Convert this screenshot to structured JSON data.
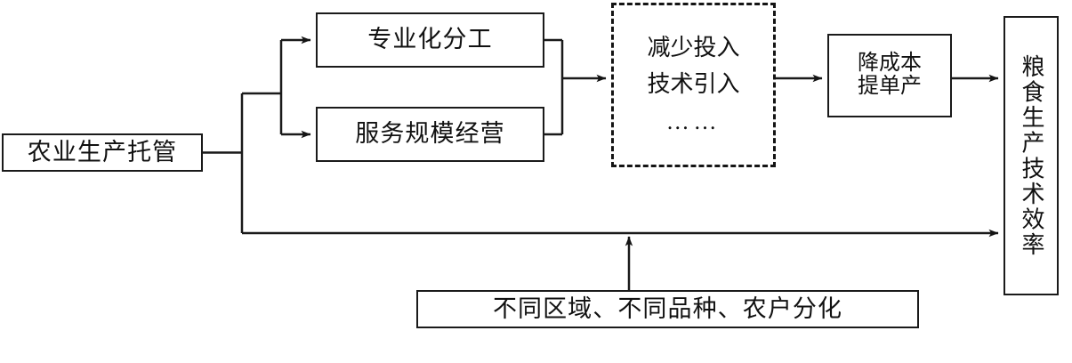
{
  "diagram": {
    "type": "flowchart",
    "title": "",
    "nodes": [
      {
        "id": "trusteeship",
        "label": "农业生产托管",
        "shape": "rect",
        "orientation": "horizontal"
      },
      {
        "id": "specialization",
        "label": "专业化分工",
        "shape": "rect",
        "orientation": "horizontal"
      },
      {
        "id": "service_scale",
        "label": "服务规模经营",
        "shape": "rect",
        "orientation": "horizontal"
      },
      {
        "id": "effects_line1",
        "label": "减少投入",
        "shape": "dashed-rect",
        "orientation": "horizontal"
      },
      {
        "id": "effects_line2",
        "label": "技术引入",
        "shape": "dashed-rect",
        "orientation": "horizontal"
      },
      {
        "id": "effects_line3",
        "label": "……",
        "shape": "dashed-rect",
        "orientation": "horizontal"
      },
      {
        "id": "cost_line1",
        "label": "降成本",
        "shape": "rect",
        "orientation": "horizontal"
      },
      {
        "id": "cost_line2",
        "label": "提单产",
        "shape": "rect",
        "orientation": "horizontal"
      },
      {
        "id": "efficiency",
        "label": "粮食生产技术效率",
        "shape": "rect",
        "orientation": "vertical"
      },
      {
        "id": "heterogeneity",
        "label": "不同区域、不同品种、农户分化",
        "shape": "rect",
        "orientation": "horizontal"
      }
    ],
    "edges": [
      {
        "from": "trusteeship",
        "to": "specialization",
        "style": "solid",
        "arrow": "single"
      },
      {
        "from": "trusteeship",
        "to": "service_scale",
        "style": "solid",
        "arrow": "single"
      },
      {
        "from": "specialization",
        "to": "effects",
        "style": "solid",
        "arrow": "single"
      },
      {
        "from": "service_scale",
        "to": "effects",
        "style": "solid",
        "arrow": "single"
      },
      {
        "from": "effects",
        "to": "cost_yield",
        "style": "solid",
        "arrow": "single"
      },
      {
        "from": "cost_yield",
        "to": "efficiency",
        "style": "solid",
        "arrow": "single"
      },
      {
        "from": "trusteeship",
        "to": "efficiency",
        "style": "solid",
        "arrow": "single"
      },
      {
        "from": "heterogeneity",
        "to": "trusteeship_efficiency_path",
        "style": "solid",
        "arrow": "single"
      }
    ],
    "colors": {
      "stroke": "#1a1a1a",
      "background": "#ffffff",
      "text": "#111111"
    }
  }
}
